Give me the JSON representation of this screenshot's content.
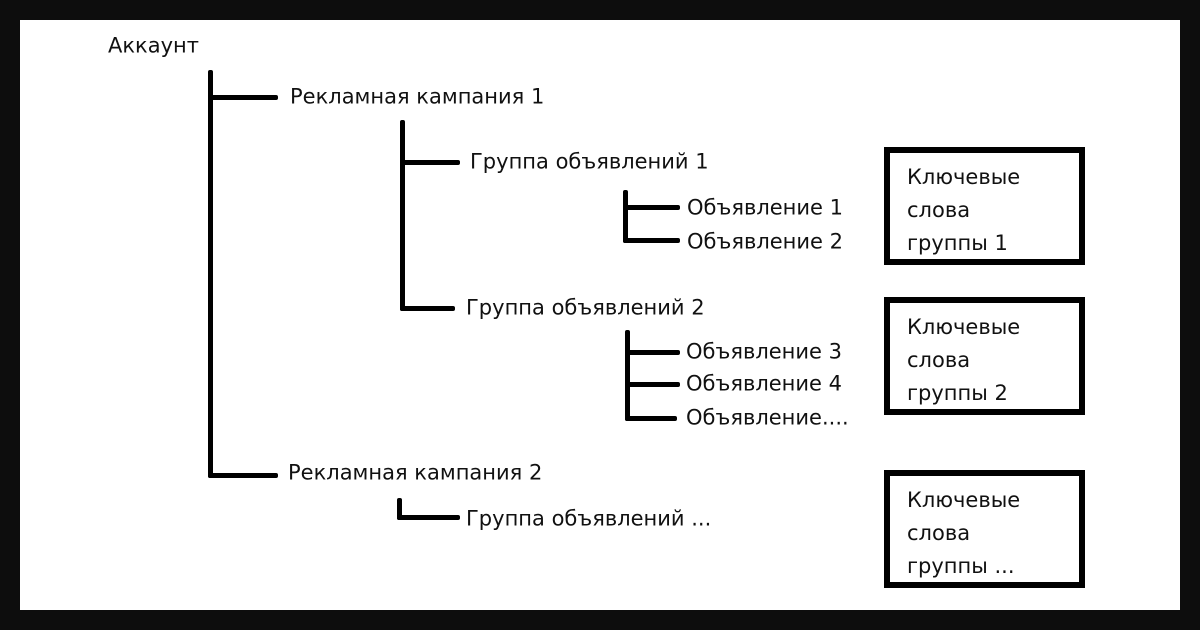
{
  "tree": {
    "root": "Аккаунт",
    "campaigns": [
      {
        "label": "Рекламная кампания 1",
        "groups": [
          {
            "label": "Группа объявлений 1",
            "ads": [
              "Объявление 1",
              "Объявление 2"
            ]
          },
          {
            "label": "Группа объявлений 2",
            "ads": [
              "Объявление 3",
              "Объявление 4",
              "Объявление...."
            ]
          }
        ]
      },
      {
        "label": "Рекламная кампания 2",
        "groups": [
          {
            "label": "Группа объявлений ..."
          }
        ]
      }
    ]
  },
  "keyword_boxes": [
    {
      "lines": [
        "Ключевые",
        "слова",
        "группы 1"
      ]
    },
    {
      "lines": [
        "Ключевые",
        "слова",
        "группы 2"
      ]
    },
    {
      "lines": [
        "Ключевые",
        "слова",
        "группы ..."
      ]
    }
  ]
}
